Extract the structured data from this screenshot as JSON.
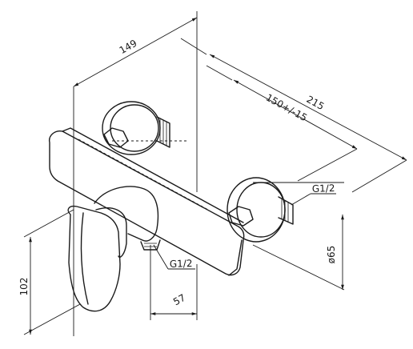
{
  "dimensions": {
    "overall_width": "149",
    "depth": "215",
    "centers": "150+/-15",
    "height": "102",
    "outlet_offset": "57",
    "rosette_diameter": "ø65"
  },
  "threads": {
    "inlet": "G1/2",
    "outlet": "G1/2"
  }
}
